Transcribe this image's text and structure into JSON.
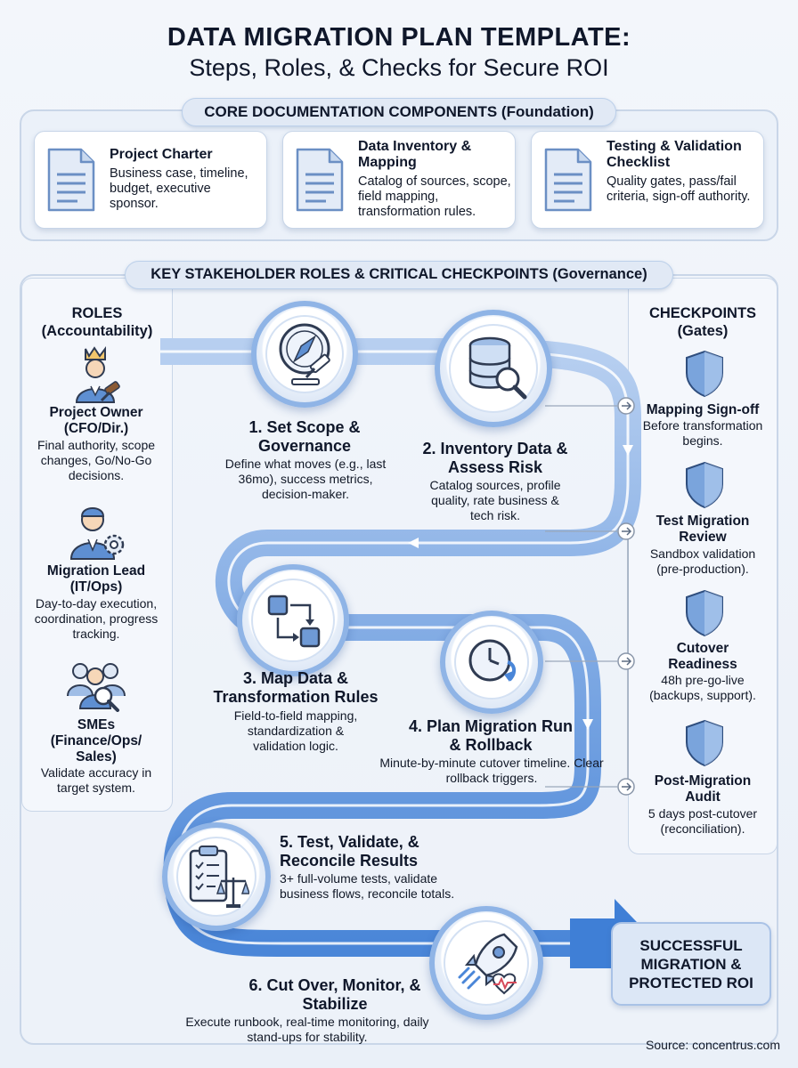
{
  "title": {
    "line1": "DATA MIGRATION PLAN TEMPLATE:",
    "line2": "Steps, Roles, & Checks for Secure ROI"
  },
  "foundation": {
    "header": "CORE DOCUMENTATION COMPONENTS (Foundation)",
    "cards": [
      {
        "title": "Project Charter",
        "desc": "Business case, timeline, budget, executive sponsor.",
        "icon": "document-icon"
      },
      {
        "title": "Data Inventory & Mapping",
        "desc": "Catalog of sources, scope, field mapping, transformation rules.",
        "icon": "document-icon"
      },
      {
        "title": "Testing & Validation Checklist",
        "desc": "Quality gates, pass/fail criteria, sign-off authority.",
        "icon": "document-icon"
      }
    ]
  },
  "governance": {
    "header": "KEY STAKEHOLDER ROLES & CRITICAL CHECKPOINTS (Governance)"
  },
  "roles": {
    "header_line1": "ROLES",
    "header_line2": "(Accountability)",
    "items": [
      {
        "title": "Project Owner (CFO/Dir.)",
        "desc": "Final authority, scope changes, Go/No-Go decisions.",
        "icon": "executive-gavel-icon"
      },
      {
        "title": "Migration Lead (IT/Ops)",
        "desc": "Day-to-day execution, coordination, progress tracking.",
        "icon": "engineer-gear-icon"
      },
      {
        "title": "SMEs (Finance/Ops/ Sales)",
        "desc": "Validate accuracy in target system.",
        "icon": "team-search-icon"
      }
    ]
  },
  "checkpoints": {
    "header_line1": "CHECKPOINTS",
    "header_line2": "(Gates)",
    "items": [
      {
        "title": "Mapping Sign-off",
        "desc": "Before transformation begins.",
        "icon": "shield-icon"
      },
      {
        "title": "Test Migration Review",
        "desc": "Sandbox validation (pre-production).",
        "icon": "shield-icon"
      },
      {
        "title": "Cutover Readiness",
        "desc": "48h pre-go-live (backups, support).",
        "icon": "shield-icon"
      },
      {
        "title": "Post-Migration Audit",
        "desc": "5 days post-cutover (reconciliation).",
        "icon": "shield-icon"
      }
    ]
  },
  "steps": [
    {
      "title": "1. Set Scope & Governance",
      "desc": "Define what moves (e.g., last 36mo), success metrics, decision-maker.",
      "icon": "compass-gavel-icon"
    },
    {
      "title": "2. Inventory Data & Assess Risk",
      "desc": "Catalog sources, profile quality, rate business & tech risk.",
      "icon": "database-search-icon"
    },
    {
      "title": "3. Map Data & Transformation Rules",
      "desc": "Field-to-field mapping, standardization & validation logic.",
      "icon": "mapping-icon"
    },
    {
      "title": "4. Plan Migration Run & Rollback",
      "desc": "Minute-by-minute cutover timeline. Clear rollback triggers.",
      "icon": "clock-rollback-icon"
    },
    {
      "title": "5. Test, Validate, & Reconcile Results",
      "desc": "3+ full-volume tests, validate business flows, reconcile totals.",
      "icon": "clipboard-scale-icon"
    },
    {
      "title": "6. Cut Over, Monitor, & Stabilize",
      "desc": "Execute runbook, real-time monitoring, daily stand-ups for stability.",
      "icon": "rocket-heart-icon"
    }
  ],
  "outcome": "SUCCESSFUL MIGRATION & PROTECTED ROI",
  "source": "Source: concentrus.com",
  "colors": {
    "accent": "#4a86d8",
    "path": "#7fa9e2",
    "shield": "#6f9ad6"
  }
}
